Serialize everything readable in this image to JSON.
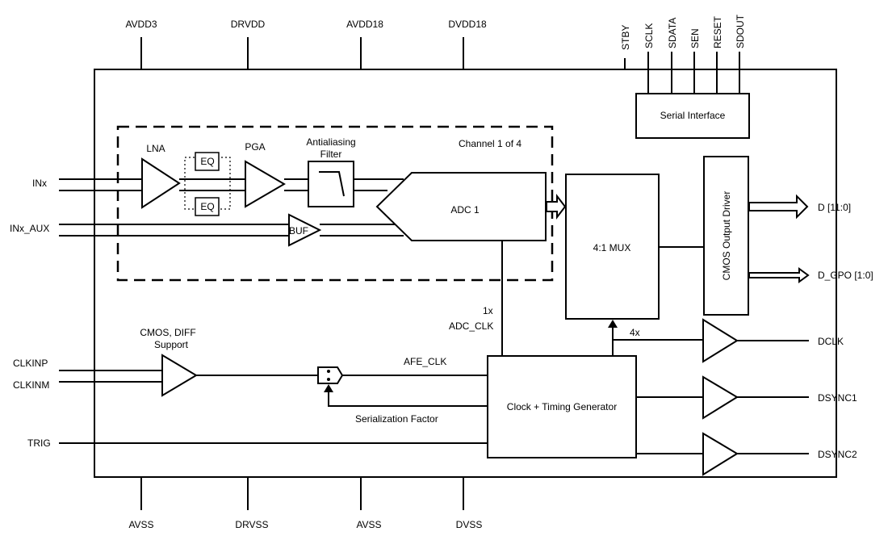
{
  "power_pins": {
    "avdd3": "AVDD3",
    "drvdd": "DRVDD",
    "avdd18": "AVDD18",
    "dvdd18": "DVDD18"
  },
  "ground_pins": {
    "avss_left": "AVSS",
    "drvss": "DRVSS",
    "avss_right": "AVSS",
    "dvss": "DVSS"
  },
  "serial_pins": {
    "stby": "STBY",
    "sclk": "SCLK",
    "sdata": "SDATA",
    "sen": "SEN",
    "reset": "RESET",
    "sdout": "SDOUT"
  },
  "serial_interface": "Serial Interface",
  "channel": {
    "label": "Channel 1 of 4",
    "lna": "LNA",
    "eq_top": "EQ",
    "eq_bottom": "EQ",
    "pga": "PGA",
    "aa_filter_line1": "Antialiasing",
    "aa_filter_line2": "Filter",
    "adc": "ADC 1",
    "buf": "BUF"
  },
  "inputs": {
    "inx": "INx",
    "inx_aux": "INx_AUX",
    "clkinp": "CLKINP",
    "clkinm": "CLKINM",
    "trig": "TRIG"
  },
  "mux": "4:1 MUX",
  "cmos_driver": "CMOS Output Driver",
  "outputs": {
    "d": "D [11:0]",
    "d_gpo": "D_GPO [1:0]",
    "dclk": "DCLK",
    "dsync1": "DSYNC1",
    "dsync2": "DSYNC2"
  },
  "clock": {
    "cmos_diff_line1": "CMOS, DIFF",
    "cmos_diff_line2": "Support",
    "afe_clk": "AFE_CLK",
    "adc_clk_mult": "1x",
    "adc_clk": "ADC_CLK",
    "dclk_mult": "4x",
    "serialization_factor": "Serialization Factor",
    "timing_generator": "Clock + Timing Generator"
  }
}
